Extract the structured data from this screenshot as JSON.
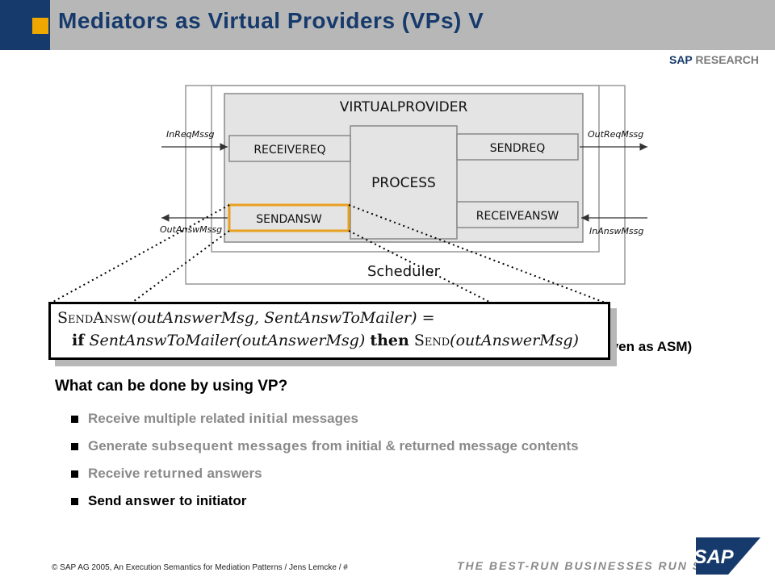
{
  "header": {
    "title": "Mediators as Virtual Providers (VPs) V",
    "brand_prefix": "SAP",
    "brand_suffix": "RESEARCH"
  },
  "diagram": {
    "virtualprovider_label": "VIRTUALPROVIDER",
    "scheduler_label": "Scheduler",
    "process_label": "PROCESS",
    "receivereq_label": "RECEIVEREQ",
    "sendreq_label": "SENDREQ",
    "sendansw_label": "SENDANSW",
    "receiveansw_label": "RECEIVEANSW",
    "in_req_label": "InReqMssg",
    "out_req_label": "OutReqMssg",
    "out_answ_label": "OutAnswMssg",
    "in_answ_label": "InAnswMssg"
  },
  "formula": {
    "line1_name": "SendAnsw",
    "line1_args": "(outAnswerMsg, SentAnswToMailer) =",
    "line2_if": "if",
    "line2_cond": "SentAnswToMailer(outAnswerMsg)",
    "line2_then": "then",
    "line2_send": "Send",
    "line2_arg": "(outAnswerMsg)"
  },
  "partial_text": "iven as ASM)",
  "question": "What can be done by using VP?",
  "bullets": [
    {
      "pre": "Receive multiple related ",
      "em": "initial",
      "post": " messages"
    },
    {
      "pre": "Generate ",
      "em": "subsequent messages",
      "post": " from initial & returned message contents"
    },
    {
      "pre": "Receive ",
      "em": "returned",
      "post": " answers"
    },
    {
      "pre": "Send ",
      "em": "answer",
      "post": " to initiator"
    }
  ],
  "footer": "© SAP AG 2005, An Execution Semantics for Mediation Patterns / Jens Lemcke / #",
  "tagline": "THE BEST-RUN BUSINESSES RUN SAP",
  "logo_text": "SAP",
  "colors": {
    "navy": "#163a6b",
    "orange": "#f0a800",
    "header_grey": "#b7b7b7",
    "highlight": "#e8a020"
  }
}
